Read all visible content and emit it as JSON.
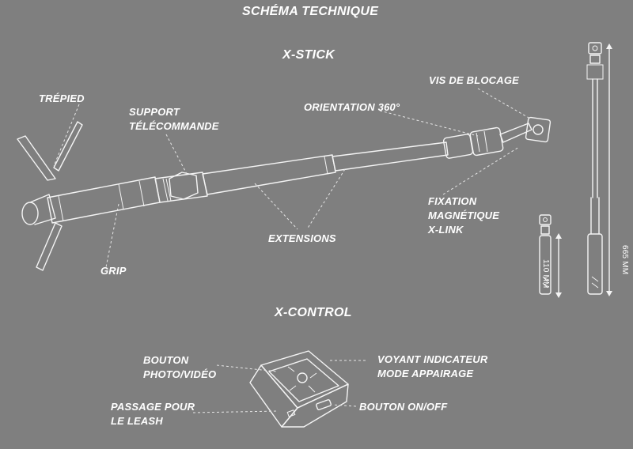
{
  "title": "SCHÉMA TECHNIQUE",
  "xstick": {
    "heading": "X-STICK",
    "trepied": "TRÉPIED",
    "support_line1": "SUPPORT",
    "support_line2": "TÉLÉCOMMANDE",
    "orientation": "ORIENTATION 360°",
    "vis": "VIS DE BLOCAGE",
    "fixation_line1": "FIXATION",
    "fixation_line2": "MAGNÉTIQUE",
    "fixation_line3": "X-LINK",
    "extensions": "EXTENSIONS",
    "grip": "GRIP",
    "dim_short": "110 MM",
    "dim_long": "665 MM"
  },
  "xcontrol": {
    "heading": "X-CONTROL",
    "bouton_line1": "BOUTON",
    "bouton_line2": "PHOTO/VIDÉO",
    "voyant_line1": "VOYANT INDICATEUR",
    "voyant_line2": "MODE APPAIRAGE",
    "passage_line1": "PASSAGE POUR",
    "passage_line2": "LE LEASH",
    "onoff": "BOUTON ON/OFF"
  }
}
